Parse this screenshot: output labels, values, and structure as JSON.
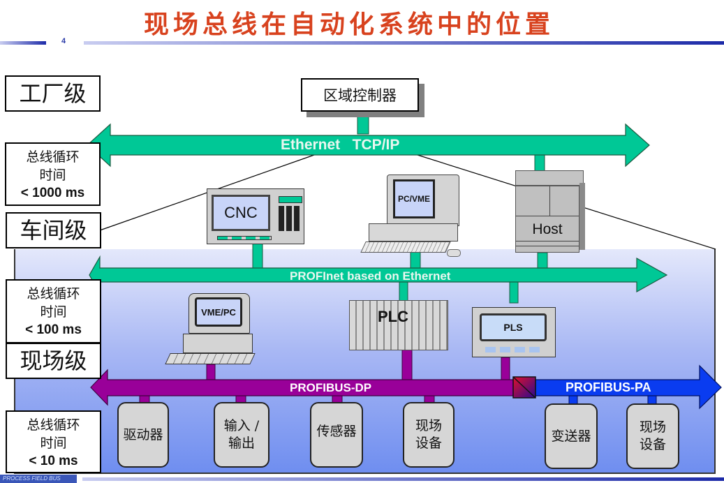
{
  "slide": {
    "title": "现场总线在自动化系统中的位置",
    "page_number": "4",
    "footer_logo_text": "PROCESS FIELD BUS"
  },
  "levels": [
    {
      "name": "工厂级",
      "cycle_label": "总线循环时间",
      "cycle_line1": "总线循环",
      "cycle_line2": "时间",
      "cycle_value": "< 1000 ms"
    },
    {
      "name": "车间级",
      "cycle_label": "总线循环时间",
      "cycle_line1": "总线循环",
      "cycle_line2": "时间",
      "cycle_value": "< 100 ms"
    },
    {
      "name": "现场级",
      "cycle_label": "总线循环时间",
      "cycle_line1": "总线循环",
      "cycle_line2": "时间",
      "cycle_value": "< 10 ms"
    }
  ],
  "buses": {
    "ethernet": {
      "label": "Ethernet   TCP/IP",
      "color": "#00c896"
    },
    "profinet": {
      "label": "PROFInet based on Ethernet",
      "color": "#00c896"
    },
    "profibus_dp": {
      "label": "PROFIBUS-DP",
      "color": "#990099"
    },
    "profibus_pa": {
      "label": "PROFIBUS-PA",
      "color": "#0a3cf0"
    }
  },
  "devices": {
    "zone_controller": "区域控制器",
    "cnc": "CNC",
    "pc_vme": "PC/VME",
    "host": "Host",
    "vme_pc": "VME/PC",
    "plc": "PLC",
    "pls": "PLS"
  },
  "field_devices": {
    "dp": [
      {
        "line1": "驱动器",
        "line2": ""
      },
      {
        "line1": "输入 /",
        "line2": "输出"
      },
      {
        "line1": "传感器",
        "line2": ""
      },
      {
        "line1": "现场",
        "line2": "设备"
      }
    ],
    "pa": [
      {
        "line1": "变送器",
        "line2": ""
      },
      {
        "line1": "现场",
        "line2": "设备"
      }
    ]
  }
}
